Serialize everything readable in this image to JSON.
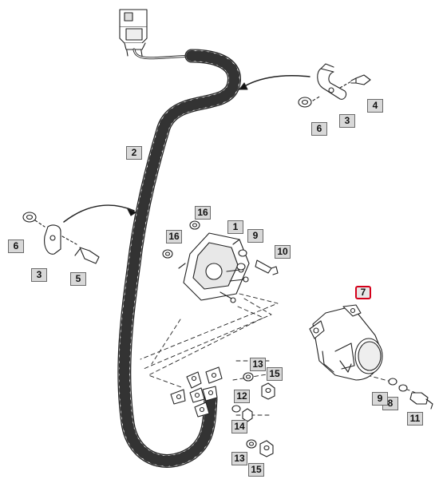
{
  "accent_color": "#d4001a",
  "callouts": [
    {
      "label": "1",
      "highlighted": false
    },
    {
      "label": "2",
      "highlighted": false
    },
    {
      "label": "3",
      "highlighted": false
    },
    {
      "label": "3",
      "highlighted": false
    },
    {
      "label": "4",
      "highlighted": false
    },
    {
      "label": "5",
      "highlighted": false
    },
    {
      "label": "6",
      "highlighted": false
    },
    {
      "label": "6",
      "highlighted": false
    },
    {
      "label": "7",
      "highlighted": true
    },
    {
      "label": "8",
      "highlighted": false
    },
    {
      "label": "9",
      "highlighted": false
    },
    {
      "label": "9",
      "highlighted": false
    },
    {
      "label": "10",
      "highlighted": false
    },
    {
      "label": "11",
      "highlighted": false
    },
    {
      "label": "12",
      "highlighted": false
    },
    {
      "label": "13",
      "highlighted": false
    },
    {
      "label": "13",
      "highlighted": false
    },
    {
      "label": "14",
      "highlighted": false
    },
    {
      "label": "15",
      "highlighted": false
    },
    {
      "label": "15",
      "highlighted": false
    },
    {
      "label": "16",
      "highlighted": false
    },
    {
      "label": "16",
      "highlighted": false
    }
  ]
}
